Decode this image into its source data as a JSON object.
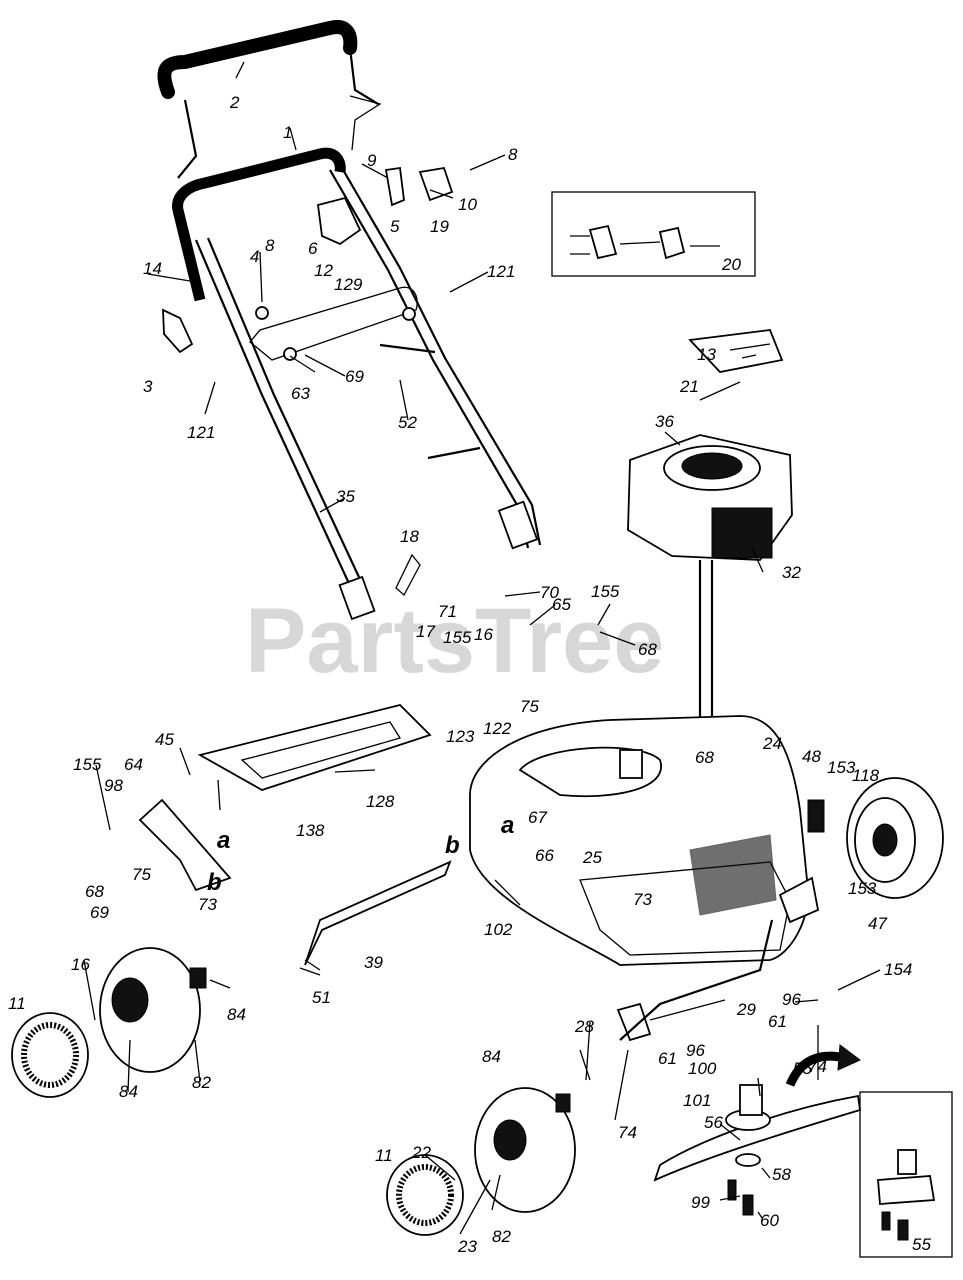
{
  "watermark": "PartsTree",
  "labels": [
    {
      "id": "2",
      "text": "2"
    },
    {
      "id": "1",
      "text": "1"
    },
    {
      "id": "9",
      "text": "9"
    },
    {
      "id": "8a",
      "text": "8"
    },
    {
      "id": "10",
      "text": "10"
    },
    {
      "id": "5",
      "text": "5"
    },
    {
      "id": "19",
      "text": "19"
    },
    {
      "id": "8b",
      "text": "8"
    },
    {
      "id": "6",
      "text": "6"
    },
    {
      "id": "12",
      "text": "12"
    },
    {
      "id": "129",
      "text": "129"
    },
    {
      "id": "4",
      "text": "4"
    },
    {
      "id": "14",
      "text": "14"
    },
    {
      "id": "121a",
      "text": "121"
    },
    {
      "id": "3",
      "text": "3"
    },
    {
      "id": "63",
      "text": "63"
    },
    {
      "id": "69a",
      "text": "69"
    },
    {
      "id": "121b",
      "text": "121"
    },
    {
      "id": "52",
      "text": "52"
    },
    {
      "id": "35",
      "text": "35"
    },
    {
      "id": "20",
      "text": "20"
    },
    {
      "id": "13",
      "text": "13"
    },
    {
      "id": "21",
      "text": "21"
    },
    {
      "id": "36",
      "text": "36"
    },
    {
      "id": "32",
      "text": "32"
    },
    {
      "id": "18",
      "text": "18"
    },
    {
      "id": "70",
      "text": "70"
    },
    {
      "id": "71",
      "text": "71"
    },
    {
      "id": "65",
      "text": "65"
    },
    {
      "id": "155a",
      "text": "155"
    },
    {
      "id": "16a",
      "text": "16"
    },
    {
      "id": "17",
      "text": "17"
    },
    {
      "id": "155b",
      "text": "155"
    },
    {
      "id": "68a",
      "text": "68"
    },
    {
      "id": "75a",
      "text": "75"
    },
    {
      "id": "123",
      "text": "123"
    },
    {
      "id": "122",
      "text": "122"
    },
    {
      "id": "45",
      "text": "45"
    },
    {
      "id": "155c",
      "text": "155"
    },
    {
      "id": "98",
      "text": "98"
    },
    {
      "id": "64",
      "text": "64"
    },
    {
      "id": "a1",
      "text": "a"
    },
    {
      "id": "b1",
      "text": "b"
    },
    {
      "id": "68b",
      "text": "68"
    },
    {
      "id": "75b",
      "text": "75"
    },
    {
      "id": "69b",
      "text": "69"
    },
    {
      "id": "73a",
      "text": "73"
    },
    {
      "id": "128",
      "text": "128"
    },
    {
      "id": "138",
      "text": "138"
    },
    {
      "id": "a2",
      "text": "a"
    },
    {
      "id": "67",
      "text": "67"
    },
    {
      "id": "b2",
      "text": "b"
    },
    {
      "id": "66",
      "text": "66"
    },
    {
      "id": "68c",
      "text": "68"
    },
    {
      "id": "24",
      "text": "24"
    },
    {
      "id": "48",
      "text": "48"
    },
    {
      "id": "153a",
      "text": "153"
    },
    {
      "id": "118",
      "text": "118"
    },
    {
      "id": "153b",
      "text": "153"
    },
    {
      "id": "47",
      "text": "47"
    },
    {
      "id": "25",
      "text": "25"
    },
    {
      "id": "73b",
      "text": "73"
    },
    {
      "id": "102",
      "text": "102"
    },
    {
      "id": "39",
      "text": "39"
    },
    {
      "id": "51",
      "text": "51"
    },
    {
      "id": "29",
      "text": "29"
    },
    {
      "id": "96a",
      "text": "96"
    },
    {
      "id": "154",
      "text": "154"
    },
    {
      "id": "61a",
      "text": "61"
    },
    {
      "id": "74a",
      "text": "74"
    },
    {
      "id": "16b",
      "text": "16"
    },
    {
      "id": "84a",
      "text": "84"
    },
    {
      "id": "11a",
      "text": "11"
    },
    {
      "id": "84b",
      "text": "84"
    },
    {
      "id": "82a",
      "text": "82"
    },
    {
      "id": "28",
      "text": "28"
    },
    {
      "id": "84c",
      "text": "84"
    },
    {
      "id": "96b",
      "text": "96"
    },
    {
      "id": "61b",
      "text": "61"
    },
    {
      "id": "100",
      "text": "100"
    },
    {
      "id": "55a",
      "text": "55"
    },
    {
      "id": "101",
      "text": "101"
    },
    {
      "id": "74b",
      "text": "74"
    },
    {
      "id": "56",
      "text": "56"
    },
    {
      "id": "11b",
      "text": "11"
    },
    {
      "id": "22",
      "text": "22"
    },
    {
      "id": "58",
      "text": "58"
    },
    {
      "id": "99",
      "text": "99"
    },
    {
      "id": "60",
      "text": "60"
    },
    {
      "id": "23",
      "text": "23"
    },
    {
      "id": "82b",
      "text": "82"
    },
    {
      "id": "55b",
      "text": "55"
    }
  ]
}
